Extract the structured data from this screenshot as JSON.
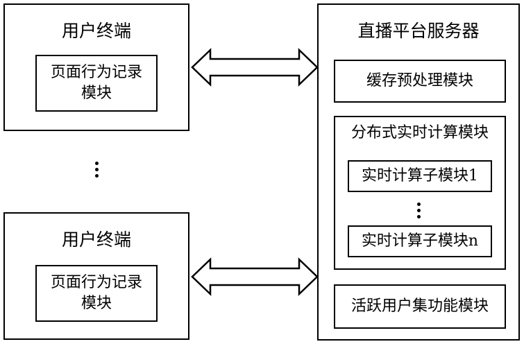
{
  "user_terminal_top": {
    "title": "用户终端",
    "module_line1": "页面行为记录",
    "module_line2": "模块"
  },
  "user_terminal_bottom": {
    "title": "用户终端",
    "module_line1": "页面行为记录",
    "module_line2": "模块"
  },
  "server": {
    "title": "直播平台服务器",
    "cache_module": "缓存预处理模块",
    "distributed_module": {
      "title": "分布式实时计算模块",
      "sub_first": "实时计算子模块1",
      "sub_last": "实时计算子模块n"
    },
    "active_user_module": "活跃用户集功能模块"
  }
}
